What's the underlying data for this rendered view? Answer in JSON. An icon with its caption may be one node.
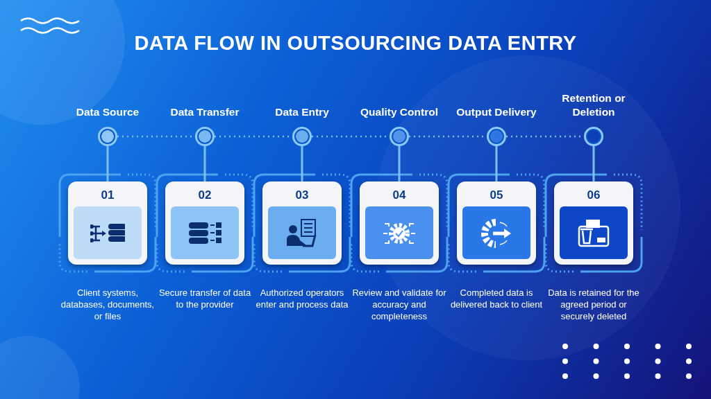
{
  "diagram": {
    "title": "DATA FLOW IN OUTSOURCING DATA ENTRY",
    "nodes": [
      {
        "text": [],
        "shape": "circle",
        "beside": [
          "Data Source"
        ]
      },
      {
        "text": [],
        "shape": "circle",
        "beside": [
          "Data Transfer"
        ]
      },
      {
        "text": [],
        "shape": "circle",
        "beside": [
          "Data Entry"
        ]
      },
      {
        "text": [],
        "shape": "circle",
        "beside": [
          "Quality Control"
        ]
      },
      {
        "text": [],
        "shape": "circle",
        "beside": [
          "Output Delivery"
        ]
      },
      {
        "text": [],
        "shape": "circle",
        "beside": [
          "Retention or Deletion"
        ]
      },
      {
        "text": [
          "01"
        ],
        "beside": [
          "Client systems, databases, documents, or files"
        ]
      },
      {
        "text": [
          "02"
        ],
        "beside": [
          "Secure transfer of data to the provider"
        ]
      },
      {
        "text": [
          "03"
        ],
        "beside": [
          "Authorized operators enter and process data"
        ]
      },
      {
        "text": [
          "04"
        ],
        "beside": [
          "Review and validate for accuracy and completeness"
        ]
      },
      {
        "text": [
          "05"
        ],
        "beside": [
          "Completed data is delivered back to client"
        ]
      },
      {
        "text": [
          "06"
        ],
        "beside": [
          "Data is retained for the agreed period or securely deleted"
        ]
      }
    ],
    "edges": [
      {
        "from": 0,
        "to": 1,
        "arrow": "none",
        "style": "dashed"
      },
      {
        "from": 1,
        "to": 2,
        "arrow": "none",
        "style": "dashed"
      },
      {
        "from": 2,
        "to": 3,
        "arrow": "none",
        "style": "dashed"
      },
      {
        "from": 3,
        "to": 4,
        "arrow": "none",
        "style": "dashed"
      },
      {
        "from": 4,
        "to": 5,
        "arrow": "none",
        "style": "dashed"
      },
      {
        "from": 0,
        "to": 6,
        "arrow": "none"
      },
      {
        "from": 1,
        "to": 7,
        "arrow": "none"
      },
      {
        "from": 2,
        "to": 8,
        "arrow": "none"
      },
      {
        "from": 3,
        "to": 9,
        "arrow": "none"
      },
      {
        "from": 4,
        "to": 10,
        "arrow": "none"
      },
      {
        "from": 5,
        "to": 11,
        "arrow": "none"
      }
    ]
  }
}
